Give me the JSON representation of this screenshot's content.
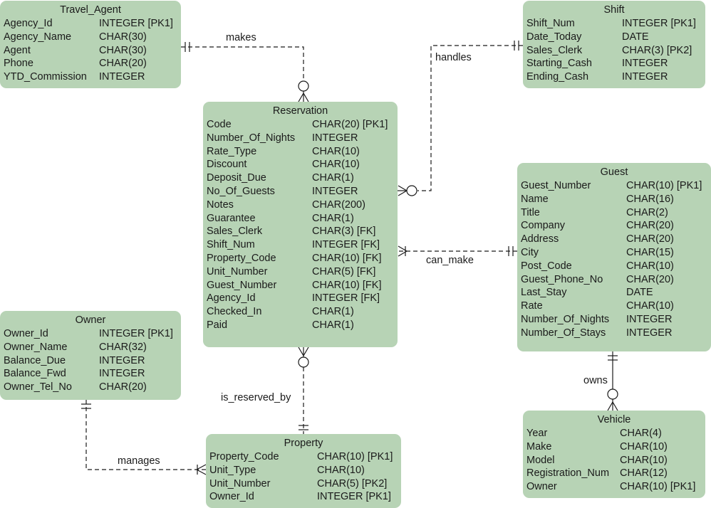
{
  "entities": {
    "travel_agent": {
      "name": "Travel_Agent",
      "attributes": [
        {
          "name": "Agency_Id",
          "type": "INTEGER [PK1]"
        },
        {
          "name": "Agency_Name",
          "type": "CHAR(30)"
        },
        {
          "name": "Agent",
          "type": "CHAR(30)"
        },
        {
          "name": "Phone",
          "type": "CHAR(20)"
        },
        {
          "name": "YTD_Commission",
          "type": "INTEGER"
        }
      ]
    },
    "shift": {
      "name": "Shift",
      "attributes": [
        {
          "name": "Shift_Num",
          "type": "INTEGER [PK1]"
        },
        {
          "name": "Date_Today",
          "type": "DATE"
        },
        {
          "name": "Sales_Clerk",
          "type": "CHAR(3) [PK2]"
        },
        {
          "name": "Starting_Cash",
          "type": "INTEGER"
        },
        {
          "name": "Ending_Cash",
          "type": "INTEGER"
        }
      ]
    },
    "reservation": {
      "name": "Reservation",
      "attributes": [
        {
          "name": "Code",
          "type": "CHAR(20) [PK1]"
        },
        {
          "name": "Number_Of_Nights",
          "type": "INTEGER"
        },
        {
          "name": "Rate_Type",
          "type": "CHAR(10)"
        },
        {
          "name": "Discount",
          "type": "CHAR(10)"
        },
        {
          "name": "Deposit_Due",
          "type": "CHAR(1)"
        },
        {
          "name": "No_Of_Guests",
          "type": "INTEGER"
        },
        {
          "name": "Notes",
          "type": "CHAR(200)"
        },
        {
          "name": "Guarantee",
          "type": "CHAR(1)"
        },
        {
          "name": "Sales_Clerk",
          "type": "CHAR(3) [FK]"
        },
        {
          "name": "Shift_Num",
          "type": "INTEGER [FK]"
        },
        {
          "name": "Property_Code",
          "type": "CHAR(10) [FK]"
        },
        {
          "name": "Unit_Number",
          "type": "CHAR(5) [FK]"
        },
        {
          "name": "Guest_Number",
          "type": "CHAR(10) [FK]"
        },
        {
          "name": "Agency_Id",
          "type": "INTEGER [FK]"
        },
        {
          "name": "Checked_In",
          "type": "CHAR(1)"
        },
        {
          "name": "Paid",
          "type": "CHAR(1)"
        }
      ]
    },
    "guest": {
      "name": "Guest",
      "attributes": [
        {
          "name": "Guest_Number",
          "type": "CHAR(10) [PK1]"
        },
        {
          "name": "Name",
          "type": "CHAR(16)"
        },
        {
          "name": "Title",
          "type": "CHAR(2)"
        },
        {
          "name": "Company",
          "type": "CHAR(20)"
        },
        {
          "name": "Address",
          "type": "CHAR(20)"
        },
        {
          "name": "City",
          "type": "CHAR(15)"
        },
        {
          "name": "Post_Code",
          "type": "CHAR(10)"
        },
        {
          "name": "Guest_Phone_No",
          "type": "CHAR(20)"
        },
        {
          "name": "Last_Stay",
          "type": "DATE"
        },
        {
          "name": "Rate",
          "type": "CHAR(10)"
        },
        {
          "name": "Number_Of_Nights",
          "type": "INTEGER"
        },
        {
          "name": "Number_Of_Stays",
          "type": "INTEGER"
        }
      ]
    },
    "owner": {
      "name": "Owner",
      "attributes": [
        {
          "name": "Owner_Id",
          "type": "INTEGER [PK1]"
        },
        {
          "name": "Owner_Name",
          "type": "CHAR(32)"
        },
        {
          "name": "Balance_Due",
          "type": "INTEGER"
        },
        {
          "name": "Balance_Fwd",
          "type": "INTEGER"
        },
        {
          "name": "Owner_Tel_No",
          "type": "CHAR(20)"
        }
      ]
    },
    "property": {
      "name": "Property",
      "attributes": [
        {
          "name": "Property_Code",
          "type": "CHAR(10) [PK1]"
        },
        {
          "name": "Unit_Type",
          "type": "CHAR(10)"
        },
        {
          "name": "Unit_Number",
          "type": "CHAR(5) [PK2]"
        },
        {
          "name": "Owner_Id",
          "type": "INTEGER [PK1]"
        }
      ]
    },
    "vehicle": {
      "name": "Vehicle",
      "attributes": [
        {
          "name": "Year",
          "type": "CHAR(4)"
        },
        {
          "name": "Make",
          "type": "CHAR(10)"
        },
        {
          "name": "Model",
          "type": "CHAR(10)"
        },
        {
          "name": "Registration_Num",
          "type": "CHAR(12)"
        },
        {
          "name": "Owner",
          "type": "CHAR(10) [PK1]"
        }
      ]
    }
  },
  "relationships": {
    "makes": {
      "label": "makes",
      "from": "Travel_Agent",
      "to": "Reservation",
      "from_card": "exactly-one",
      "to_card": "zero-or-many",
      "line": "dashed"
    },
    "handles": {
      "label": "handles",
      "from": "Shift",
      "to": "Reservation",
      "from_card": "exactly-one",
      "to_card": "zero-or-many",
      "line": "dashed"
    },
    "can_make": {
      "label": "can_make",
      "from": "Guest",
      "to": "Reservation",
      "from_card": "exactly-one",
      "to_card": "one-or-many",
      "line": "dashed"
    },
    "is_reserved_by": {
      "label": "is_reserved_by",
      "from": "Property",
      "to": "Reservation",
      "from_card": "exactly-one",
      "to_card": "zero-or-many",
      "line": "dashed"
    },
    "manages": {
      "label": "manages",
      "from": "Owner",
      "to": "Property",
      "from_card": "exactly-one",
      "to_card": "one-or-many",
      "line": "dashed"
    },
    "owns": {
      "label": "owns",
      "from": "Guest",
      "to": "Vehicle",
      "from_card": "exactly-one",
      "to_card": "zero-or-many",
      "line": "solid"
    }
  }
}
